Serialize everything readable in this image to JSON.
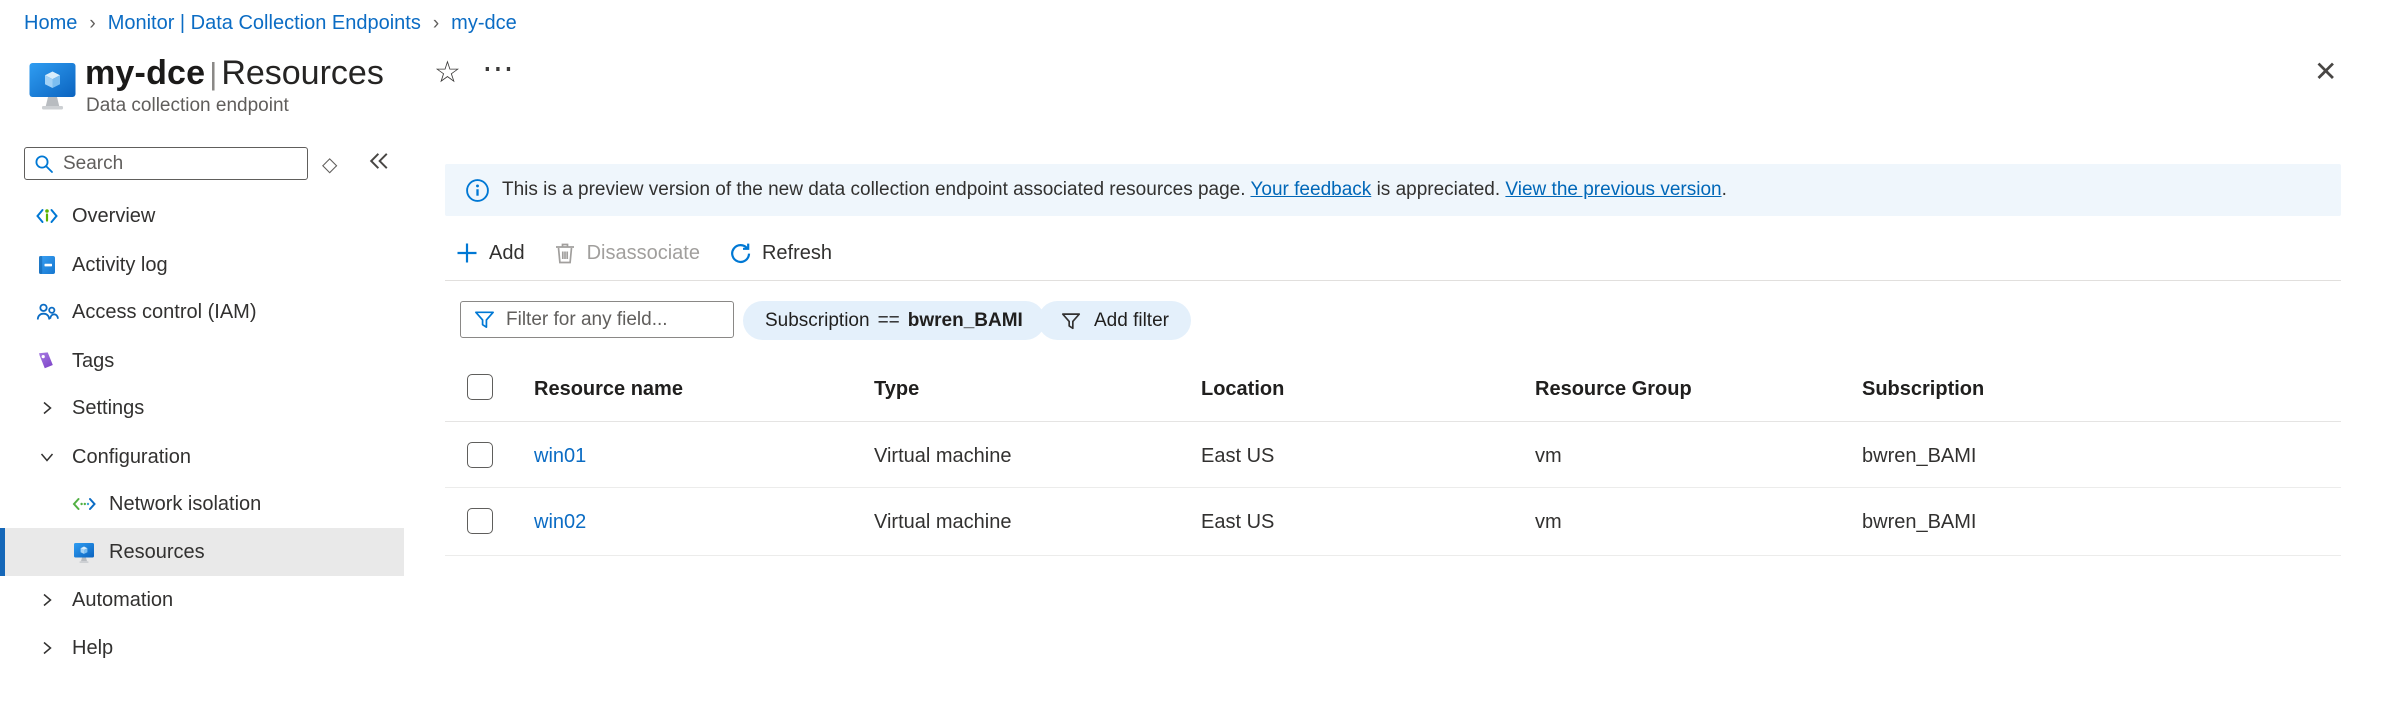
{
  "breadcrumb": {
    "separator": "›",
    "items": [
      {
        "label": "Home"
      },
      {
        "label": "Monitor | Data Collection Endpoints"
      },
      {
        "label": "my-dce"
      }
    ]
  },
  "header": {
    "title_primary": "my-dce",
    "title_separator": "|",
    "title_secondary": "Resources",
    "subtitle": "Data collection endpoint",
    "star_icon": "☆",
    "more_icon": "⋯",
    "close_icon": "✕"
  },
  "sidebar": {
    "search": {
      "placeholder": "Search"
    },
    "items": [
      {
        "label": "Overview"
      },
      {
        "label": "Activity log"
      },
      {
        "label": "Access control (IAM)"
      },
      {
        "label": "Tags"
      },
      {
        "label": "Settings"
      },
      {
        "label": "Configuration"
      },
      {
        "label": "Network isolation"
      },
      {
        "label": "Resources"
      },
      {
        "label": "Automation"
      },
      {
        "label": "Help"
      }
    ]
  },
  "banner": {
    "text_before": "This is a preview version of the new data collection endpoint associated resources page.",
    "link1": "Your feedback",
    "text_mid": "is appreciated.",
    "link2": "View the previous version",
    "text_after": "."
  },
  "toolbar": {
    "add": "Add",
    "disassociate": "Disassociate",
    "refresh": "Refresh"
  },
  "filters": {
    "input_placeholder": "Filter for any field...",
    "applied": {
      "field": "Subscription",
      "operator": "==",
      "value": "bwren_BAMI"
    },
    "add_filter": "Add filter"
  },
  "table": {
    "columns": [
      "Resource name",
      "Type",
      "Location",
      "Resource Group",
      "Subscription"
    ],
    "rows": [
      {
        "name": "win01",
        "type": "Virtual machine",
        "location": "East US",
        "resource_group": "vm",
        "subscription": "bwren_BAMI"
      },
      {
        "name": "win02",
        "type": "Virtual machine",
        "location": "East US",
        "resource_group": "vm",
        "subscription": "bwren_BAMI"
      }
    ]
  },
  "colors": {
    "accent": "#0078d4",
    "link": "#0067b8",
    "banner_bg": "#eff6fc",
    "pill_bg": "#e4f0fb",
    "selected_bg": "#e9e9e9",
    "text": "#323130",
    "muted": "#605e5c",
    "disabled": "#a19f9d"
  }
}
